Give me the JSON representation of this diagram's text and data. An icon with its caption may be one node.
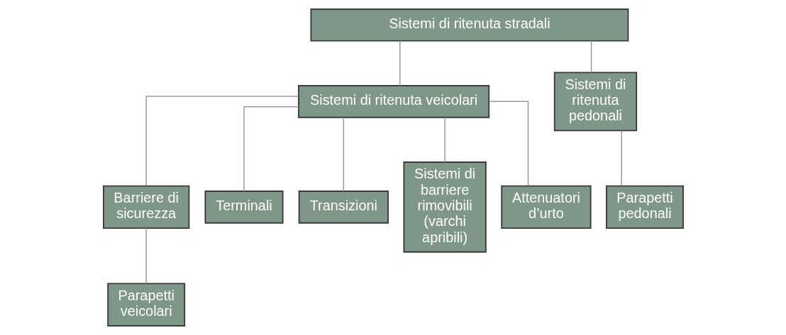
{
  "diagram": {
    "nodes": [
      {
        "text": [
          "Sistemi di ritenuta stradali"
        ]
      },
      {
        "text": [
          "Sistemi di ritenuta veicolari"
        ]
      },
      {
        "text": [
          "Sistemi di ritenuta pedonali"
        ]
      },
      {
        "text": [
          "Barriere di sicurezza"
        ]
      },
      {
        "text": [
          "Terminali"
        ]
      },
      {
        "text": [
          "Transizioni"
        ]
      },
      {
        "text": [
          "Sistemi di barriere rimovibili (varchi apribili)"
        ]
      },
      {
        "text": [
          "Attenuatori d’urto"
        ]
      },
      {
        "text": [
          "Parapetti veicolari"
        ]
      },
      {
        "text": [
          "Parapetti pedonali"
        ]
      }
    ],
    "edges": [
      {
        "from": 0,
        "to": 1,
        "arrow": "none"
      },
      {
        "from": 0,
        "to": 2,
        "arrow": "none"
      },
      {
        "from": 1,
        "to": 3,
        "arrow": "none"
      },
      {
        "from": 1,
        "to": 4,
        "arrow": "none"
      },
      {
        "from": 1,
        "to": 5,
        "arrow": "none"
      },
      {
        "from": 1,
        "to": 6,
        "arrow": "none"
      },
      {
        "from": 1,
        "to": 7,
        "arrow": "none"
      },
      {
        "from": 3,
        "to": 8,
        "arrow": "none"
      },
      {
        "from": 2,
        "to": 9,
        "arrow": "none"
      }
    ]
  }
}
